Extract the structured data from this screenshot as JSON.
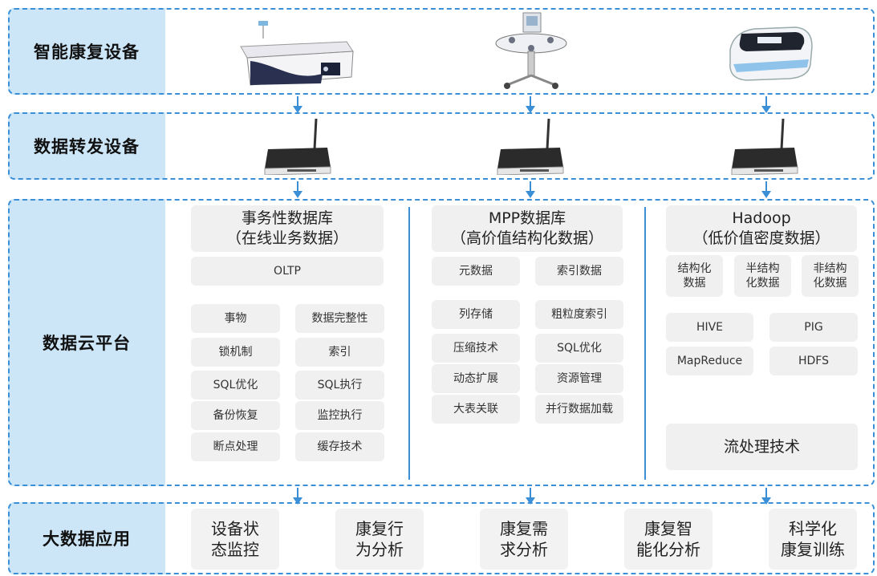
{
  "rows": {
    "devices_label": "智能康复设备",
    "forward_label": "数据转发设备",
    "cloud_label": "数据云平台",
    "app_label": "大数据应用"
  },
  "col1": {
    "title": "事务性数据库\n（在线业务数据）",
    "oltp": "OLTP",
    "items": [
      "事物",
      "数据完整性",
      "锁机制",
      "索引",
      "SQL优化",
      "SQL执行",
      "备份恢复",
      "监控执行",
      "断点处理",
      "缓存技术"
    ]
  },
  "col2": {
    "title": "MPP数据库\n（高价值结构化数据）",
    "meta": [
      "元数据",
      "索引数据"
    ],
    "items": [
      "列存储",
      "粗粒度索引",
      "压缩技术",
      "SQL优化",
      "动态扩展",
      "资源管理",
      "大表关联",
      "并行数据加载"
    ]
  },
  "col3": {
    "title": "Hadoop\n（低价值密度数据）",
    "types": [
      "结构化\n数据",
      "半结构\n化数据",
      "非结构\n化数据"
    ],
    "items": [
      "HIVE",
      "PIG",
      "MapReduce",
      "HDFS"
    ],
    "stream": "流处理技术"
  },
  "apps": [
    "设备状\n态监控",
    "康复行\n为分析",
    "康复需\n求分析",
    "康复智\n能化分析",
    "科学化\n康复训练"
  ],
  "colors": {
    "accent": "#3a8fd6",
    "label_bg": "#cce6f8",
    "box_bg": "#f0f0f0"
  }
}
